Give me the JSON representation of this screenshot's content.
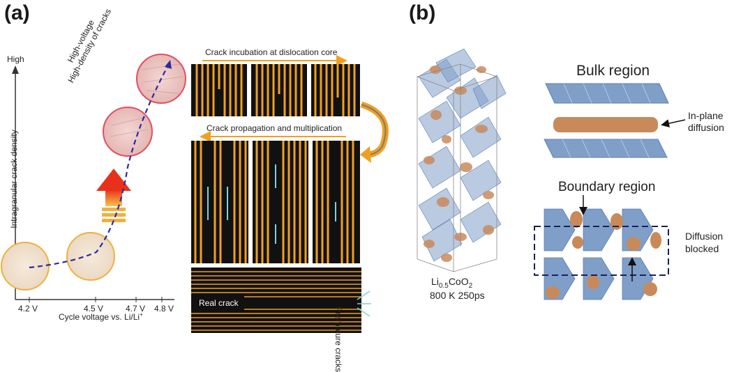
{
  "panel_a": {
    "label": "(a)",
    "y_axis_top": "High",
    "y_axis_label": "Intragranular crack density",
    "x_axis_label": "Cycle voltage vs. Li/Li",
    "x_axis_sup": "+",
    "x_ticks": [
      "4.2 V",
      "4.5 V",
      "4.7 V",
      "4.8 V"
    ],
    "annotation_line1": "High-voltage",
    "annotation_line2": "High-density of cracks",
    "crack_incubation": "Crack incubation at dislocation core",
    "crack_propagation": "Crack propagation and multiplication",
    "real_crack": "Real crack",
    "premature_cracks": "Premature cracks"
  },
  "panel_b": {
    "label": "(b)",
    "formula_main": "Li",
    "formula_sub": "0.5",
    "formula_rest": "CoO",
    "formula_sub2": "2",
    "condition": "800 K 250ps",
    "bulk_title": "Bulk region",
    "in_plane_1": "In-plane",
    "in_plane_2": "diffusion",
    "boundary_title": "Boundary region",
    "blocked_1": "Diffusion",
    "blocked_2": "blocked"
  },
  "colors": {
    "orange": "#f0a020",
    "octahedron": "#7f9fc8",
    "li_density": "#c98a5a",
    "dashed_path": "#2a2aa0",
    "arrow_cyan": "#7fd0e0",
    "circle_red": "#e05060",
    "circle_orange": "#f0b040"
  }
}
